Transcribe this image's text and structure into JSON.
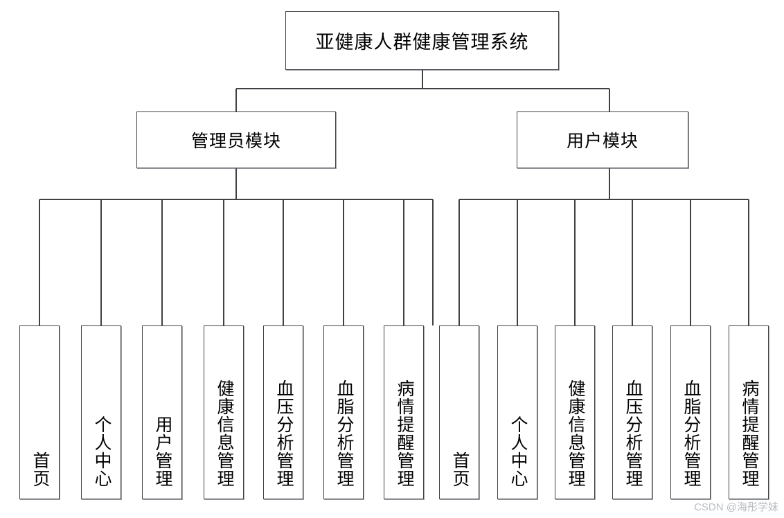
{
  "diagram": {
    "title": "亚健康人群健康管理系统",
    "type": "system-function-tree",
    "root": {
      "label": "亚健康人群健康管理系统"
    },
    "modules": [
      {
        "label": "管理员模块"
      },
      {
        "label": "用户模块"
      }
    ],
    "admin_leaves": [
      {
        "label": "首页"
      },
      {
        "label": "个人中心"
      },
      {
        "label": "用户管理"
      },
      {
        "label": "健康信息管理"
      },
      {
        "label": "血压分析管理"
      },
      {
        "label": "血脂分析管理"
      },
      {
        "label": "病情提醒管理"
      }
    ],
    "user_leaves": [
      {
        "label": "首页"
      },
      {
        "label": "个人中心"
      },
      {
        "label": "健康信息管理"
      },
      {
        "label": "血压分析管理"
      },
      {
        "label": "血脂分析管理"
      },
      {
        "label": "病情提醒管理"
      }
    ],
    "colors": {
      "border": "#3f4145",
      "background": "#ffffff",
      "text": "#000000",
      "watermark": "#b8bcc3"
    }
  },
  "watermark": {
    "text": "CSDN @海彤学妹"
  }
}
